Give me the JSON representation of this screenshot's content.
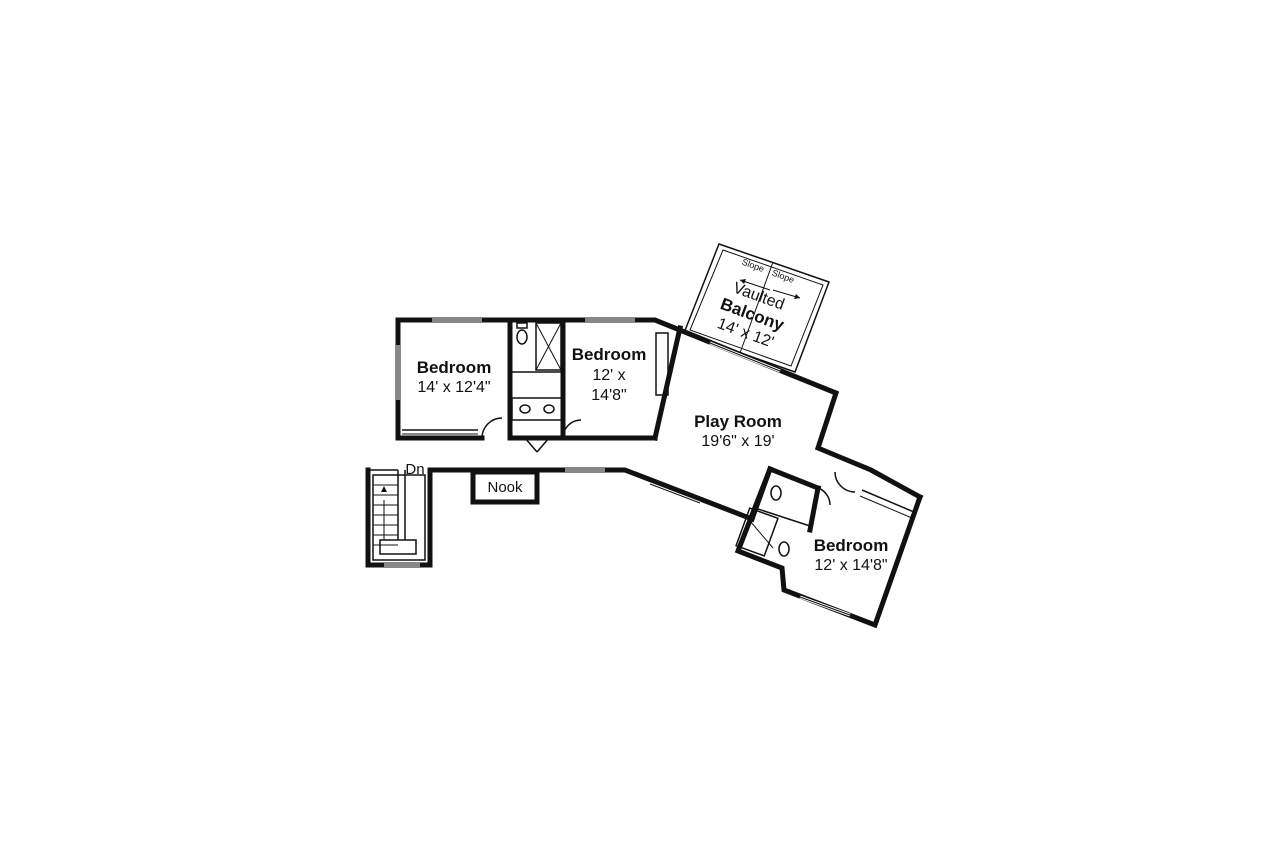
{
  "rooms": {
    "bedroom1": {
      "name": "Bedroom",
      "size": "14' x 12'4\""
    },
    "bedroom2": {
      "name": "Bedroom",
      "size_line1": "12' x",
      "size_line2": "14'8\""
    },
    "playroom": {
      "name": "Play Room",
      "size": "19'6\" x 19'"
    },
    "bedroom3": {
      "name": "Bedroom",
      "size": "12' x 14'8\""
    },
    "balcony": {
      "line1": "Vaulted",
      "line2": "Balcony",
      "size": "14' x 12'"
    },
    "nook": {
      "name": "Nook"
    }
  },
  "labels": {
    "stairs": "Dn",
    "slope_left": "Slope",
    "slope_right": "Slope"
  }
}
